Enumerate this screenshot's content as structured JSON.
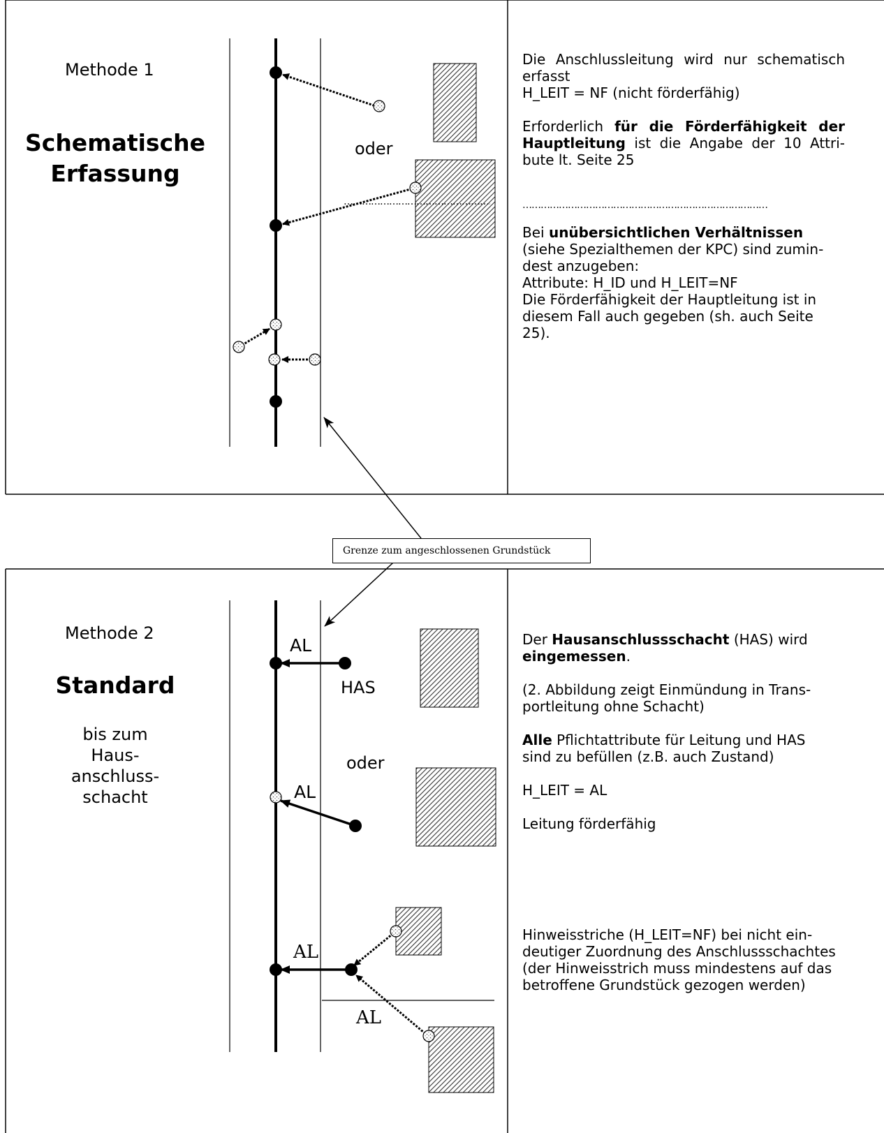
{
  "method1": {
    "label": "Methode 1",
    "title_line1": "Schematische",
    "title_line2": "Erfassung",
    "oder": "oder",
    "desc1_line1": "Die Anschlussleitung wird nur schematisch",
    "desc1_line2": "erfasst",
    "desc1_line3": "H_LEIT = NF (nicht förderfähig)",
    "desc2_pre": "Erforderlich ",
    "desc2_bold": "für die Förderfähigkeit der Hauptleitung",
    "desc2_post": " ist die Angabe der 10 Attri-bute lt. Seite 25",
    "dots": "………………………………………………………………………",
    "desc3_pre": "Bei ",
    "desc3_bold": "unübersichtlichen Verhältnissen",
    "desc3_line2": "(siehe Spezialthemen der KPC) sind zumin-",
    "desc3_line3": "dest anzugeben:",
    "desc3_line4": "Attribute: H_ID und H_LEIT=NF",
    "desc3_line5": "Die Förderfähigkeit der Hauptleitung ist in",
    "desc3_line6": "diesem Fall auch gegeben (sh. auch Seite",
    "desc3_line7": "25)."
  },
  "boundary_label": "Grenze zum angeschlossenen Grundstück",
  "method2": {
    "label": "Methode 2",
    "title": "Standard",
    "sub_line1": "bis zum",
    "sub_line2": "Haus-",
    "sub_line3": "anschluss-",
    "sub_line4": "schacht",
    "al_1": "AL",
    "has": "HAS",
    "oder": "oder",
    "al_2": "AL",
    "al_3": "AL",
    "al_4": "AL",
    "desc1_pre": "Der ",
    "desc1_bold": "Hausanschlussschacht",
    "desc1_post": " (HAS) wird",
    "desc1_bold2": "eingemessen",
    "desc1_end": ".",
    "desc2_line1": "(2. Abbildung zeigt Einmündung in Trans-",
    "desc2_line2": "portleitung ohne Schacht)",
    "desc3_bold": "Alle",
    "desc3_post": " Pflichtattribute für Leitung und HAS",
    "desc3_line2": "sind zu befüllen (z.B. auch Zustand)",
    "desc4": "H_LEIT = AL",
    "desc5": "Leitung förderfähig",
    "desc6_line1": "Hinweisstriche (H_LEIT=NF) bei nicht ein-",
    "desc6_line2": "deutiger Zuordnung des Anschlussschachtes",
    "desc6_line3": "(der Hinweisstrich muss mindestens auf das",
    "desc6_line4": "betroffene Grundstück gezogen werden)"
  }
}
